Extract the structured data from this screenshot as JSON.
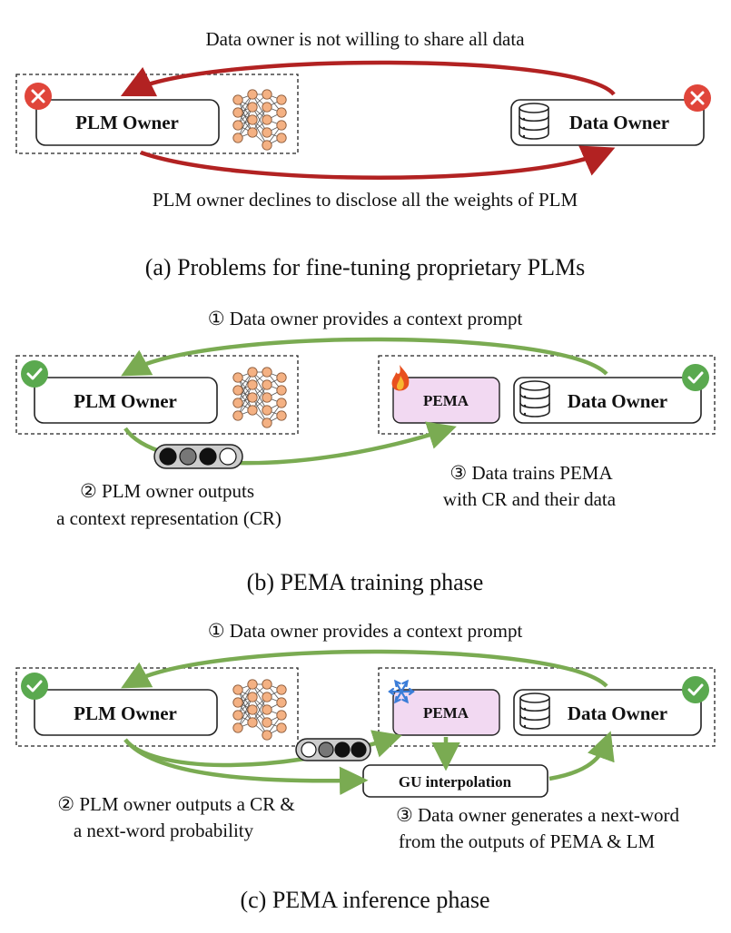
{
  "panel_a": {
    "top_label": "Data owner is not willing to share all data",
    "bottom_label": "PLM owner declines to disclose all the weights of PLM",
    "caption": "(a) Problems for fine-tuning proprietary PLMs",
    "plm_owner": "PLM Owner",
    "data_owner": "Data Owner"
  },
  "panel_b": {
    "step1": "① Data owner provides a context prompt",
    "step2_line1": "② PLM owner outputs",
    "step2_line2": "a context representation (CR)",
    "step3_line1": "③ Data trains PEMA",
    "step3_line2": "with CR and their data",
    "caption": "(b) PEMA training phase",
    "plm_owner": "PLM Owner",
    "data_owner": "Data Owner",
    "pema": "PEMA"
  },
  "panel_c": {
    "step1": "① Data owner provides a context prompt",
    "step2_line1": "② PLM owner outputs a CR &",
    "step2_line2": "a next-word probability",
    "step3_line1": "③ Data owner generates a next-word",
    "step3_line2": "from the outputs of PEMA & LM",
    "caption": "(c) PEMA inference phase",
    "plm_owner": "PLM Owner",
    "data_owner": "Data Owner",
    "pema": "PEMA",
    "gu": "GU interpolation"
  },
  "colors": {
    "red_arrow": "#b22222",
    "green_arrow": "#7aab52",
    "reject_badge": "#e0453a",
    "check_badge": "#5aa94f",
    "node": "#f4b183",
    "pema_fill": "#f2d9f2"
  },
  "icons": [
    "close-icon",
    "check-icon",
    "database-icon",
    "neural-network-icon",
    "fire-icon",
    "snowflake-icon",
    "token-circles"
  ]
}
